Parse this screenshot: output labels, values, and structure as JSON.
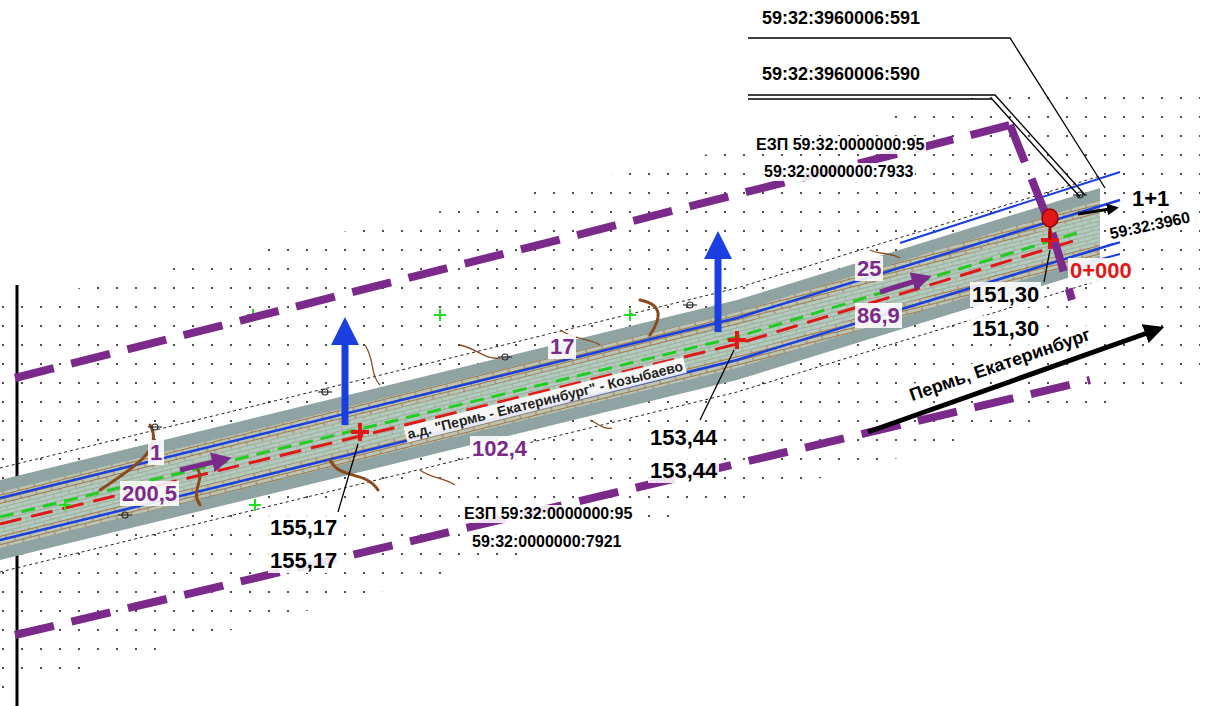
{
  "diagram": {
    "labels": [
      "59:32:3960006:591",
      "59:32:3960006:590",
      "ЕЗП 59:32:0000000:95",
      "59:32:0000000:7933",
      "1+1",
      "59:32:3960",
      "0+000",
      "151,30",
      "151,30",
      "25",
      "86,9",
      "17",
      "102,4",
      "1",
      "200,5",
      "153,44",
      "153,44",
      "155,17",
      "155,17",
      "а.д. \"Пермь - Екатеринбург\" - Козыбаево",
      "Пермь, Екатеринбург",
      "ЕЗП 59:32:0000000:95",
      "59:32:0000000:7921"
    ]
  }
}
